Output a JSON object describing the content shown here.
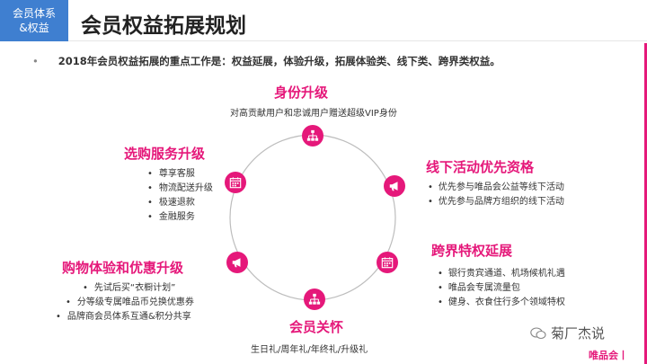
{
  "header": {
    "tag_line1": "会员体系",
    "tag_line2": "&权益",
    "title": "会员权益拓展规划"
  },
  "summary": {
    "bullet": "•",
    "text": "2018年会员权益拓展的重点工作是：权益延展，体验升级，拓展体验类、线下类、跨界类权益。"
  },
  "sections": {
    "top": {
      "title": "身份升级",
      "desc": "对高贡献用户和忠诚用户赠送超级VIP身份"
    },
    "left_upper": {
      "title": "选购服务升级",
      "items": [
        "尊享客服",
        "物流配送升级",
        "极速退款",
        "金融服务"
      ]
    },
    "right_upper": {
      "title": "线下活动优先资格",
      "items": [
        "优先参与唯品会公益等线下活动",
        "优先参与品牌方组织的线下活动"
      ]
    },
    "left_lower": {
      "title": "购物体验和优惠升级",
      "items": [
        "先试后买“衣橱计划”",
        "分等级专属唯品币兑换优惠券",
        "品牌商会员体系互通&积分共享"
      ]
    },
    "right_lower": {
      "title": "跨界特权延展",
      "items": [
        "银行贵宾通道、机场候机礼遇",
        "唯品会专属流量包",
        "健身、衣食住行多个领域特权"
      ]
    },
    "bottom": {
      "title": "会员关怀",
      "desc": "生日礼/周年礼/年终礼/升级礼"
    }
  },
  "icons": {
    "top": "org-chart-icon",
    "left_upper": "calendar-icon",
    "right_upper": "megaphone-icon",
    "left_lower": "megaphone-icon",
    "right_lower": "calendar-icon",
    "bottom": "org-chart-icon"
  },
  "watermark": {
    "text": "菊厂杰说"
  },
  "brand": {
    "text": "唯品会丨"
  },
  "colors": {
    "accent": "#e5187a",
    "tag_bg": "#3f7fd0"
  }
}
